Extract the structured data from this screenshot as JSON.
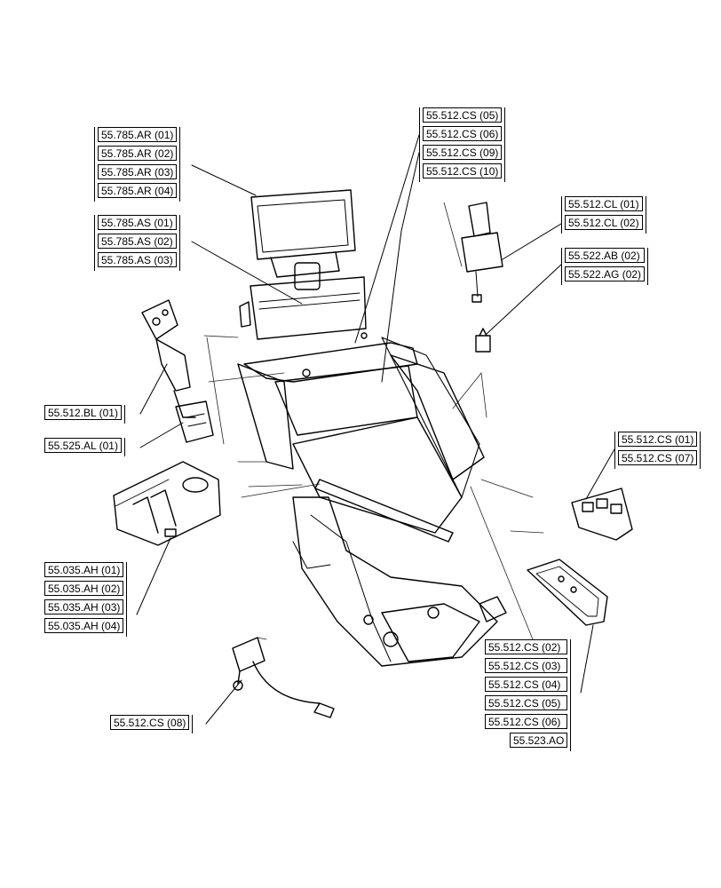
{
  "callouts": {
    "g1": [
      "55.785.AR (01)",
      "55.785.AR (02)",
      "55.785.AR (03)",
      "55.785.AR (04)"
    ],
    "g2": [
      "55.785.AS (01)",
      "55.785.AS (02)",
      "55.785.AS (03)"
    ],
    "g3": [
      "55.512.CS (05)",
      "55.512.CS (06)",
      "55.512.CS (09)",
      "55.512.CS (10)"
    ],
    "g4": [
      "55.512.CL (01)",
      "55.512.CL (02)"
    ],
    "g5": [
      "55.522.AB (02)",
      "55.522.AG (02)"
    ],
    "g6": [
      "55.512.BL (01)"
    ],
    "g7": [
      "55.525.AL (01)"
    ],
    "g8": [
      "55.512.CS (01)",
      "55.512.CS (07)"
    ],
    "g9": [
      "55.035.AH (01)",
      "55.035.AH (02)",
      "55.035.AH (03)",
      "55.035.AH (04)"
    ],
    "g10": [
      "55.512.CS (08)"
    ],
    "g11": [
      "55.512.CS (02)",
      "55.512.CS (03)",
      "55.512.CS (04)",
      "55.512.CS (05)",
      "55.512.CS (06)",
      "55.523.AO"
    ]
  }
}
